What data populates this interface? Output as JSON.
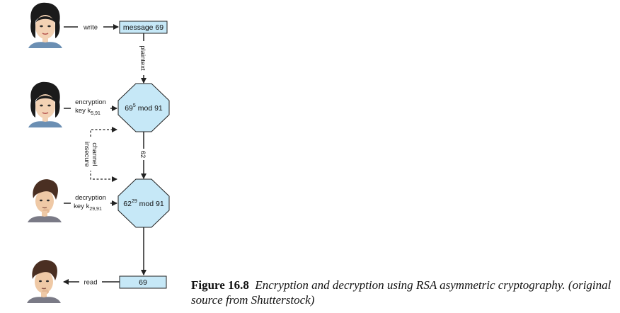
{
  "people": {
    "alice_top": {
      "icon": "woman-face-icon"
    },
    "alice_enc": {
      "icon": "woman-face-icon"
    },
    "bob_dec": {
      "icon": "man-face-icon"
    },
    "bob_read": {
      "icon": "man-face-icon"
    }
  },
  "labels": {
    "write": "write",
    "plaintext": "plaintext",
    "enc_line1": "encryption",
    "enc_line2": "key k",
    "enc_sub": "5,91",
    "insecure_line1": "insecure",
    "insecure_line2": "channel",
    "cipher_value": "62",
    "dec_line1": "decryption",
    "dec_line2": "key k",
    "dec_sub": "29,91",
    "read": "read"
  },
  "boxes": {
    "message": "message 69",
    "enc_base": "69",
    "enc_exp": "5",
    "enc_rest": " mod 91",
    "dec_base": "62",
    "dec_exp": "29",
    "dec_rest": " mod 91",
    "result": "69"
  },
  "caption": {
    "figure": "Figure 16.8",
    "text": "Encryption and decryption using RSA asymmetric cryptography. (original source from Shutterstock)"
  },
  "colors": {
    "box_fill": "#c6e8f7",
    "line": "#222222"
  }
}
